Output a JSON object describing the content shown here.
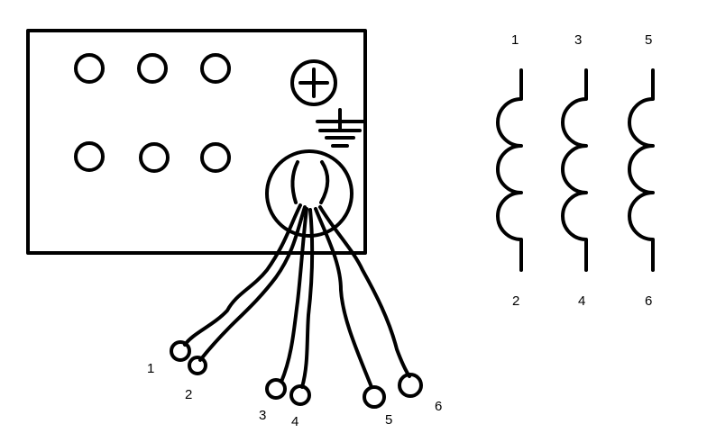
{
  "wire_labels": [
    "1",
    "2",
    "3",
    "4",
    "5",
    "6"
  ],
  "coil_labels": {
    "top": [
      "1",
      "3",
      "5"
    ],
    "bottom": [
      "2",
      "4",
      "6"
    ]
  },
  "icons": [
    "plus-terminal-icon",
    "ground-icon"
  ],
  "colors": {
    "stroke": "#000000",
    "background": "#ffffff"
  }
}
